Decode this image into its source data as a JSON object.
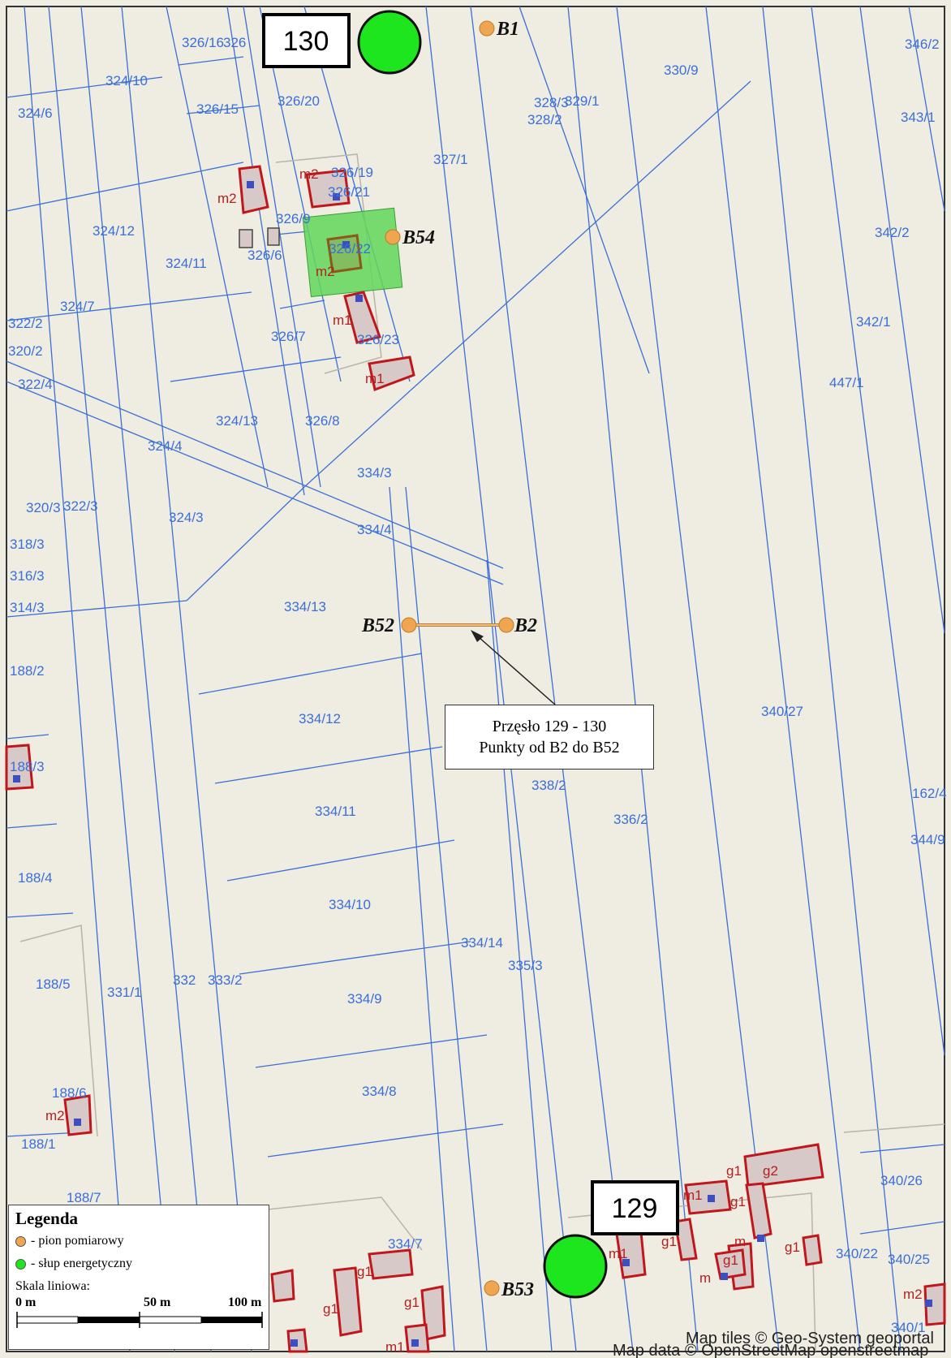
{
  "poles": [
    {
      "label": "130"
    },
    {
      "label": "129"
    }
  ],
  "measurement_points": [
    "B1",
    "B54",
    "B52",
    "B2",
    "B53"
  ],
  "callout": {
    "line1": "Przęsło 129 - 130",
    "line2": "Punkty od B2 do B52"
  },
  "parcels": [
    "326/16",
    "326",
    "346/2",
    "324/10",
    "326/15",
    "326/20",
    "330/9",
    "324/6",
    "328/3",
    "329/1",
    "328/2",
    "343/1",
    "327/1",
    "326/9",
    "324/12",
    "326/22",
    "342/2",
    "326/6",
    "324/11",
    "324/7",
    "322/2",
    "320/2",
    "326/7",
    "326/23",
    "342/1",
    "322/4",
    "447/1",
    "324/13",
    "326/8",
    "324/4",
    "334/3",
    "320/3",
    "322/3",
    "324/3",
    "334/4",
    "318/3",
    "316/3",
    "314/3",
    "334/13",
    "188/2",
    "334/12",
    "340/27",
    "188/3",
    "338/2",
    "162/4",
    "334/11",
    "336/2",
    "344/9",
    "188/4",
    "334/10",
    "334/14",
    "335/3",
    "188/5",
    "331/1",
    "332",
    "333/2",
    "334/9",
    "188/6",
    "334/8",
    "188/1",
    "188/7",
    "340/26",
    "334/7",
    "340/22",
    "340/25",
    "340/1",
    "326/21",
    "326/19"
  ],
  "building_labels": [
    "m2",
    "m1",
    "g1",
    "g2",
    "m"
  ],
  "legend": {
    "title": "Legenda",
    "items": [
      {
        "label": "- pion pomiarowy",
        "color": "#f0a550"
      },
      {
        "label": "- słup energetyczny",
        "color": "#1ee61e"
      }
    ],
    "scale_title": "Skala liniowa:",
    "scale_ticks": [
      "0 m",
      "50 m",
      "100 m"
    ]
  },
  "attribution": {
    "line1": "Map tiles © Geo-System geoportal",
    "line2": "Map data © OpenStreetMap openstreetmap"
  },
  "colors": {
    "background": "#efece2",
    "parcel_line": "#3a6fd8",
    "building_outline": "#c0171c",
    "building_fill": "#d8c9c9",
    "highlight": "#62d75a",
    "pole": "#1ee61e",
    "point": "#f0a550"
  }
}
